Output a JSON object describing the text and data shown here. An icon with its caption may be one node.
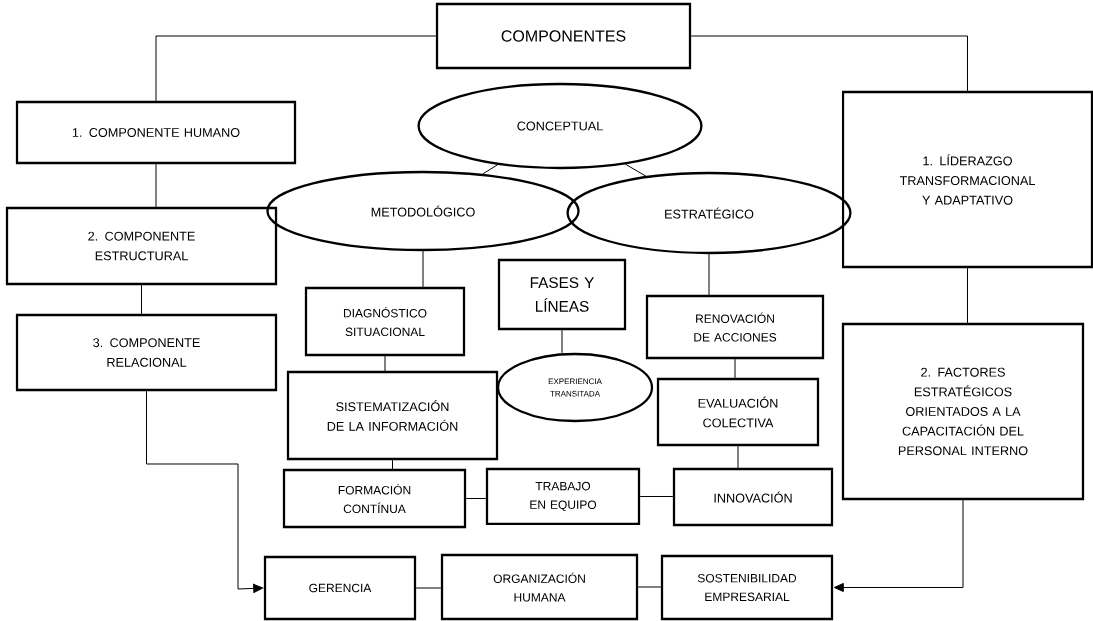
{
  "diagram": {
    "nodes": [
      {
        "text": [
          "COMPONENTES"
        ]
      },
      {
        "text": [
          "1. COMPONENTE HUMANO"
        ]
      },
      {
        "text": [
          "2. COMPONENTE ESTRUCTURAL"
        ]
      },
      {
        "text": [
          "3. COMPONENTE RELACIONAL"
        ]
      },
      {
        "text": [
          "CONCEPTUAL"
        ]
      },
      {
        "text": [
          "METODOLÓGICO"
        ]
      },
      {
        "text": [
          "ESTRATÉGICO"
        ]
      },
      {
        "text": [
          "1. LÍDERAZGO TRANSFORMACIONAL Y ADAPTATIVO"
        ]
      },
      {
        "text": [
          "DIAGNÓSTICO SITUACIONAL"
        ]
      },
      {
        "text": [
          "FASES Y LÍNEAS"
        ]
      },
      {
        "text": [
          "RENOVACIÓN DE ACCIONES"
        ]
      },
      {
        "text": [
          "EXPERIENCIA TRANSITADA"
        ]
      },
      {
        "text": [
          "SISTEMATIZACIÓN DE LA INFORMACIÓN"
        ]
      },
      {
        "text": [
          "EVALUACIÓN COLECTIVA"
        ]
      },
      {
        "text": [
          "2. FACTORES ESTRATÉGICOS ORIENTADOS A LA CAPACITACIÓN DEL PERSONAL INTERNO"
        ]
      },
      {
        "text": [
          "FORMACIÓN CONTÍNUA"
        ]
      },
      {
        "text": [
          "TRABAJO EN EQUIPO"
        ]
      },
      {
        "text": [
          "INNOVACIÓN"
        ]
      },
      {
        "text": [
          "GERENCIA"
        ]
      },
      {
        "text": [
          "ORGANIZACIÓN HUMANA"
        ]
      },
      {
        "text": [
          "SOSTENIBILIDAD EMPRESARIAL"
        ]
      }
    ],
    "edges": [
      {
        "from": 0,
        "to": 1,
        "arrow": "none"
      },
      {
        "from": 0,
        "to": 7,
        "arrow": "none"
      },
      {
        "from": 1,
        "to": 2,
        "arrow": "none"
      },
      {
        "from": 2,
        "to": 3,
        "arrow": "none"
      },
      {
        "from": 3,
        "to": 18,
        "arrow": "to"
      },
      {
        "from": 4,
        "to": 5,
        "arrow": "none"
      },
      {
        "from": 4,
        "to": 6,
        "arrow": "none"
      },
      {
        "from": 5,
        "to": 8,
        "arrow": "none"
      },
      {
        "from": 8,
        "to": 12,
        "arrow": "none"
      },
      {
        "from": 12,
        "to": 15,
        "arrow": "none"
      },
      {
        "from": 15,
        "to": 16,
        "arrow": "none"
      },
      {
        "from": 16,
        "to": 17,
        "arrow": "none"
      },
      {
        "from": 6,
        "to": 10,
        "arrow": "none"
      },
      {
        "from": 10,
        "to": 13,
        "arrow": "none"
      },
      {
        "from": 13,
        "to": 17,
        "arrow": "none"
      },
      {
        "from": 9,
        "to": 11,
        "arrow": "none"
      },
      {
        "from": 7,
        "to": 14,
        "arrow": "none"
      },
      {
        "from": 14,
        "to": 20,
        "arrow": "to"
      },
      {
        "from": 18,
        "to": 19,
        "arrow": "none"
      },
      {
        "from": 19,
        "to": 20,
        "arrow": "none"
      }
    ]
  }
}
